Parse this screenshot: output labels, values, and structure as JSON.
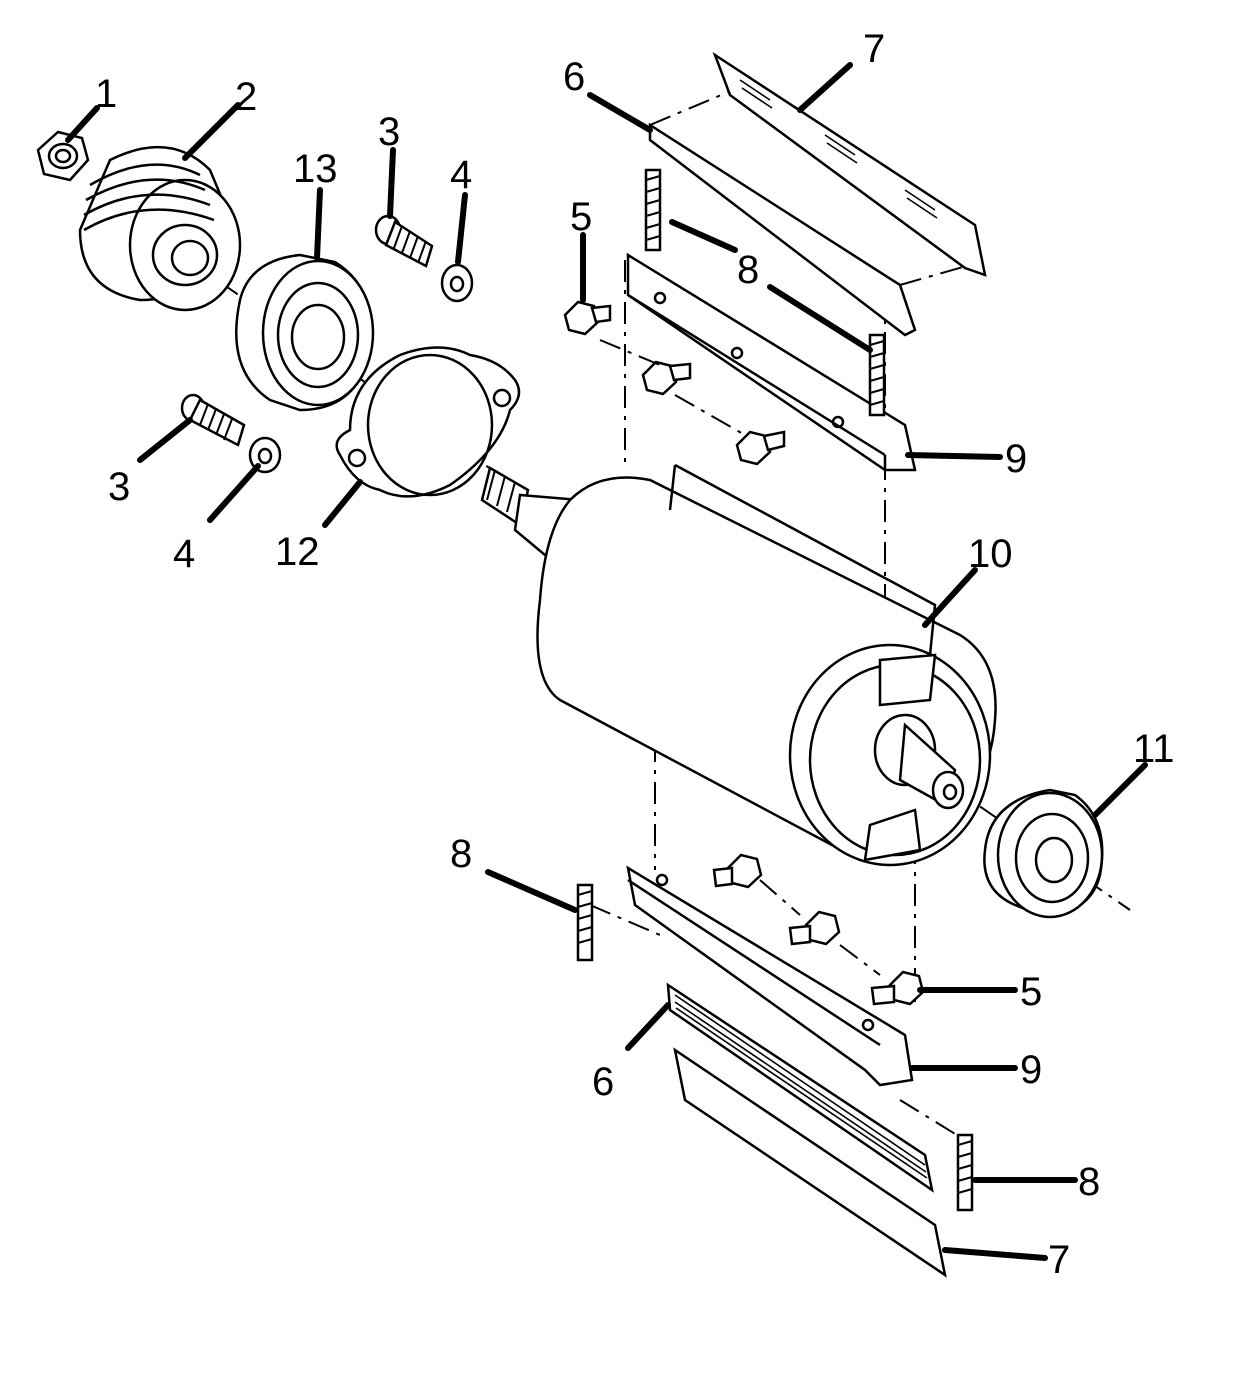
{
  "callouts": {
    "c1": "1",
    "c2": "2",
    "c3a": "3",
    "c4a": "4",
    "c13": "13",
    "c3b": "3",
    "c4b": "4",
    "c12": "12",
    "c6a": "6",
    "c7a": "7",
    "c5a": "5",
    "c8a": "8",
    "c9a": "9",
    "c10": "10",
    "c11": "11",
    "c8b": "8",
    "c5b": "5",
    "c6b": "6",
    "c9b": "9",
    "c8c": "8",
    "c7b": "7"
  }
}
